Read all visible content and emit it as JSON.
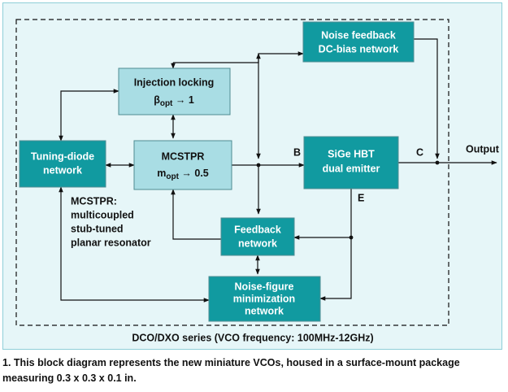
{
  "colors": {
    "panel_bg": "#e6f6f8",
    "panel_border": "#8fcfd8",
    "teal_block": "#119aa0",
    "light_block": "#a9dde4",
    "block_border": "#4f8c92",
    "line": "#111111"
  },
  "blocks": {
    "noise_feedback": {
      "lines": [
        "Noise feedback",
        "DC-bias network"
      ]
    },
    "injection_locking": {
      "line1": "Injection locking",
      "beta": "β",
      "sub": "opt",
      "rest": " → 1"
    },
    "tuning_diode": {
      "lines": [
        "Tuning-diode",
        "network"
      ]
    },
    "mcstpr": {
      "line1": "MCSTPR",
      "m": "m",
      "sub": "opt",
      "rest": " → 0.5"
    },
    "sige_hbt": {
      "lines": [
        "SiGe HBT",
        "dual emitter"
      ]
    },
    "feedback": {
      "lines": [
        "Feedback",
        "network"
      ]
    },
    "noise_figure": {
      "lines": [
        "Noise-figure",
        "minimization",
        "network"
      ]
    }
  },
  "labels": {
    "b": "B",
    "c": "C",
    "e": "E",
    "output": "Output"
  },
  "note": {
    "lines": [
      "MCSTPR:",
      "multicoupled",
      "stub-tuned",
      "planar resonator"
    ]
  },
  "series_label": "DCO/DXO series (VCO frequency: 100MHz-12GHz)",
  "caption": {
    "lines": [
      "1. This block diagram represents the new miniature VCOs, housed in a surface-mount package",
      "measuring 0.3 x 0.3 x 0.1 in."
    ]
  }
}
